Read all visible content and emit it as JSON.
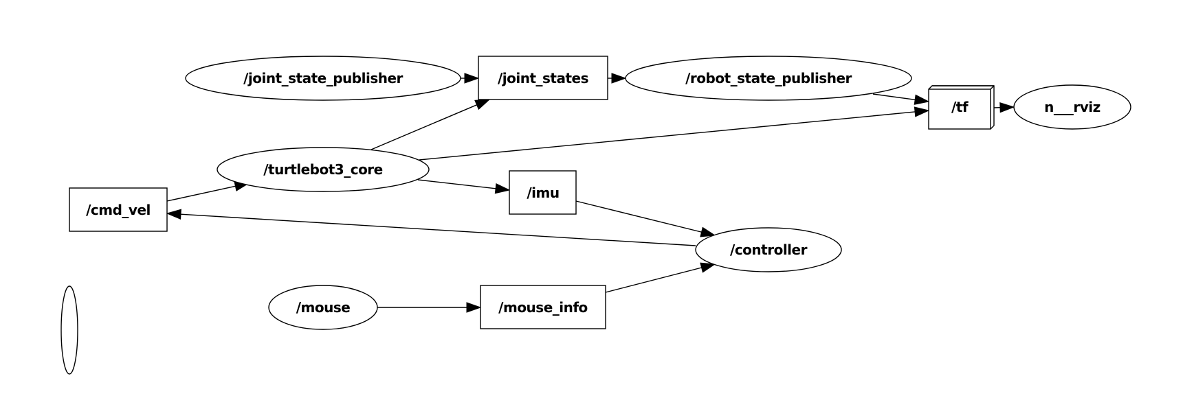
{
  "graph": {
    "nodes": {
      "joint_state_publisher": {
        "label": "/joint_state_publisher",
        "kind": "node"
      },
      "joint_states": {
        "label": "/joint_states",
        "kind": "topic"
      },
      "robot_state_publisher": {
        "label": "/robot_state_publisher",
        "kind": "node"
      },
      "tf": {
        "label": "/tf",
        "kind": "topic-group"
      },
      "rviz": {
        "label": "n___rviz",
        "kind": "node"
      },
      "turtlebot3_core": {
        "label": "/turtlebot3_core",
        "kind": "node"
      },
      "imu": {
        "label": "/imu",
        "kind": "topic"
      },
      "cmd_vel": {
        "label": "/cmd_vel",
        "kind": "topic"
      },
      "controller": {
        "label": "/controller",
        "kind": "node"
      },
      "mouse": {
        "label": "/mouse",
        "kind": "node"
      },
      "mouse_info": {
        "label": "/mouse_info",
        "kind": "topic"
      },
      "unnamed": {
        "label": "",
        "kind": "node"
      }
    },
    "edges": [
      {
        "from": "joint_state_publisher",
        "to": "joint_states"
      },
      {
        "from": "joint_states",
        "to": "robot_state_publisher"
      },
      {
        "from": "robot_state_publisher",
        "to": "tf"
      },
      {
        "from": "tf",
        "to": "rviz"
      },
      {
        "from": "turtlebot3_core",
        "to": "joint_states"
      },
      {
        "from": "turtlebot3_core",
        "to": "tf"
      },
      {
        "from": "turtlebot3_core",
        "to": "imu"
      },
      {
        "from": "cmd_vel",
        "to": "turtlebot3_core"
      },
      {
        "from": "imu",
        "to": "controller"
      },
      {
        "from": "controller",
        "to": "cmd_vel"
      },
      {
        "from": "mouse",
        "to": "mouse_info"
      },
      {
        "from": "mouse_info",
        "to": "controller"
      }
    ]
  },
  "colors": {
    "stroke": "#000000",
    "background": "#ffffff"
  }
}
